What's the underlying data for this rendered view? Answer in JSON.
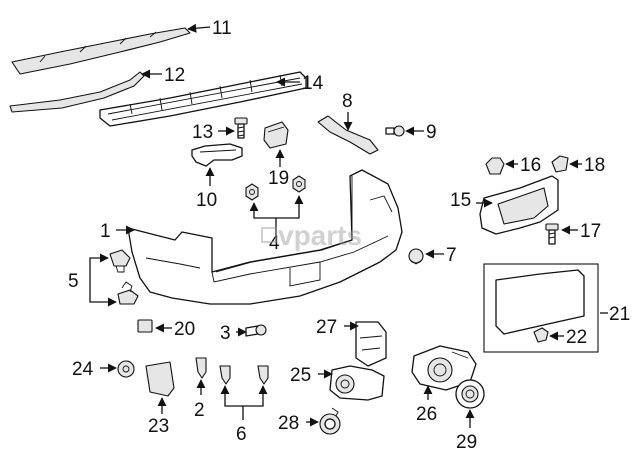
{
  "watermark": "vparts",
  "callouts": {
    "n1": "1",
    "n2": "2",
    "n3": "3",
    "n4": "4",
    "n5": "5",
    "n6": "6",
    "n7": "7",
    "n8": "8",
    "n9": "9",
    "n10": "10",
    "n11": "11",
    "n12": "12",
    "n13": "13",
    "n14": "14",
    "n15": "15",
    "n16": "16",
    "n17": "17",
    "n18": "18",
    "n19": "19",
    "n20": "20",
    "n21": "21",
    "n22": "22",
    "n23": "23",
    "n24": "24",
    "n25": "25",
    "n26": "26",
    "n27": "27",
    "n28": "28",
    "n29": "29"
  },
  "colors": {
    "line": "#111111",
    "part_fill": "#ffffff",
    "shade": "#e6e6e6",
    "watermark": "#9a9a9a"
  }
}
